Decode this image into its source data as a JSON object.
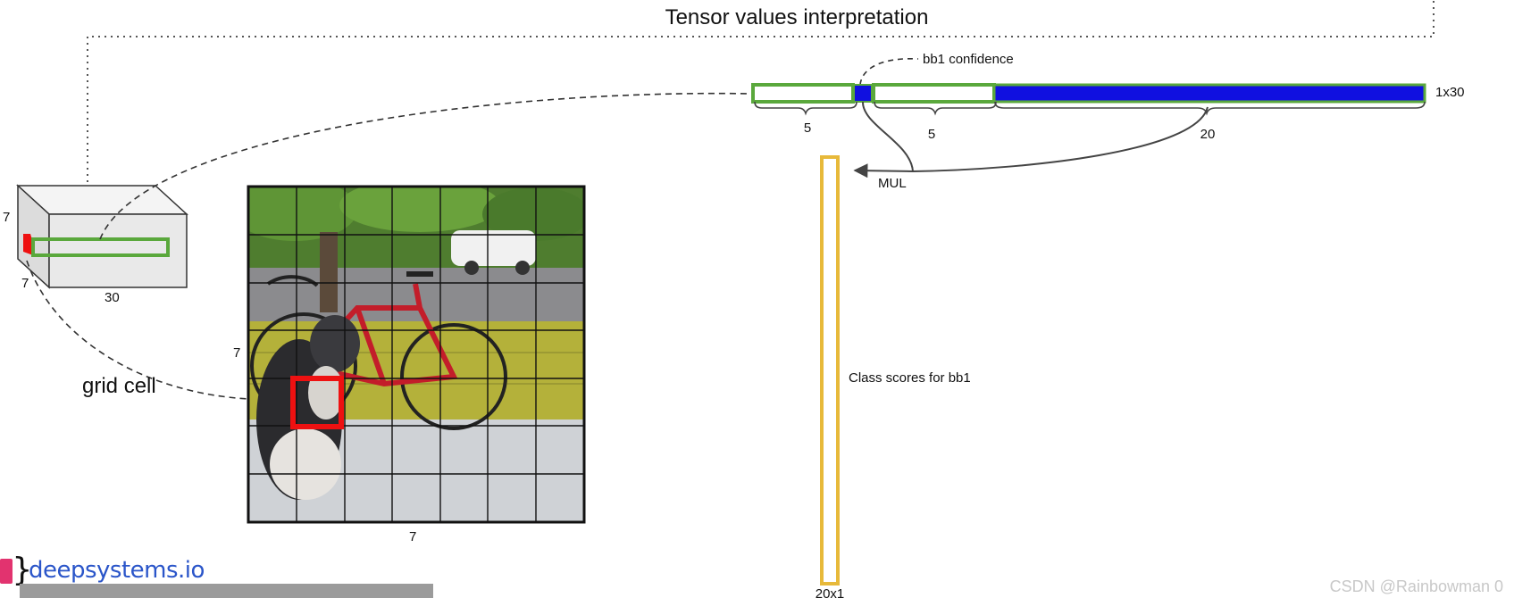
{
  "title": "Tensor values interpretation",
  "labels": {
    "bb1_confidence": "bb1 confidence",
    "dim_1x30": "1x30",
    "seg_5_a": "5",
    "seg_5_b": "5",
    "seg_20": "20",
    "mul": "MUL",
    "class_scores": "Class scores for bb1",
    "dim_20x1": "20x1",
    "grid_cell": "grid cell",
    "tensor_depth": "7",
    "tensor_height": "7",
    "tensor_width": "30",
    "image_left": "7",
    "image_bottom": "7"
  },
  "logo": {
    "text": "deepsystems.io"
  },
  "watermark": "CSDN @Rainbowman 0",
  "colors": {
    "green": "#5aa83c",
    "blue": "#1010e0",
    "yellow": "#e7b93a",
    "red": "#ee1111",
    "dotted": "#555555"
  },
  "icons": [
    "dog-bicycle-photo"
  ]
}
